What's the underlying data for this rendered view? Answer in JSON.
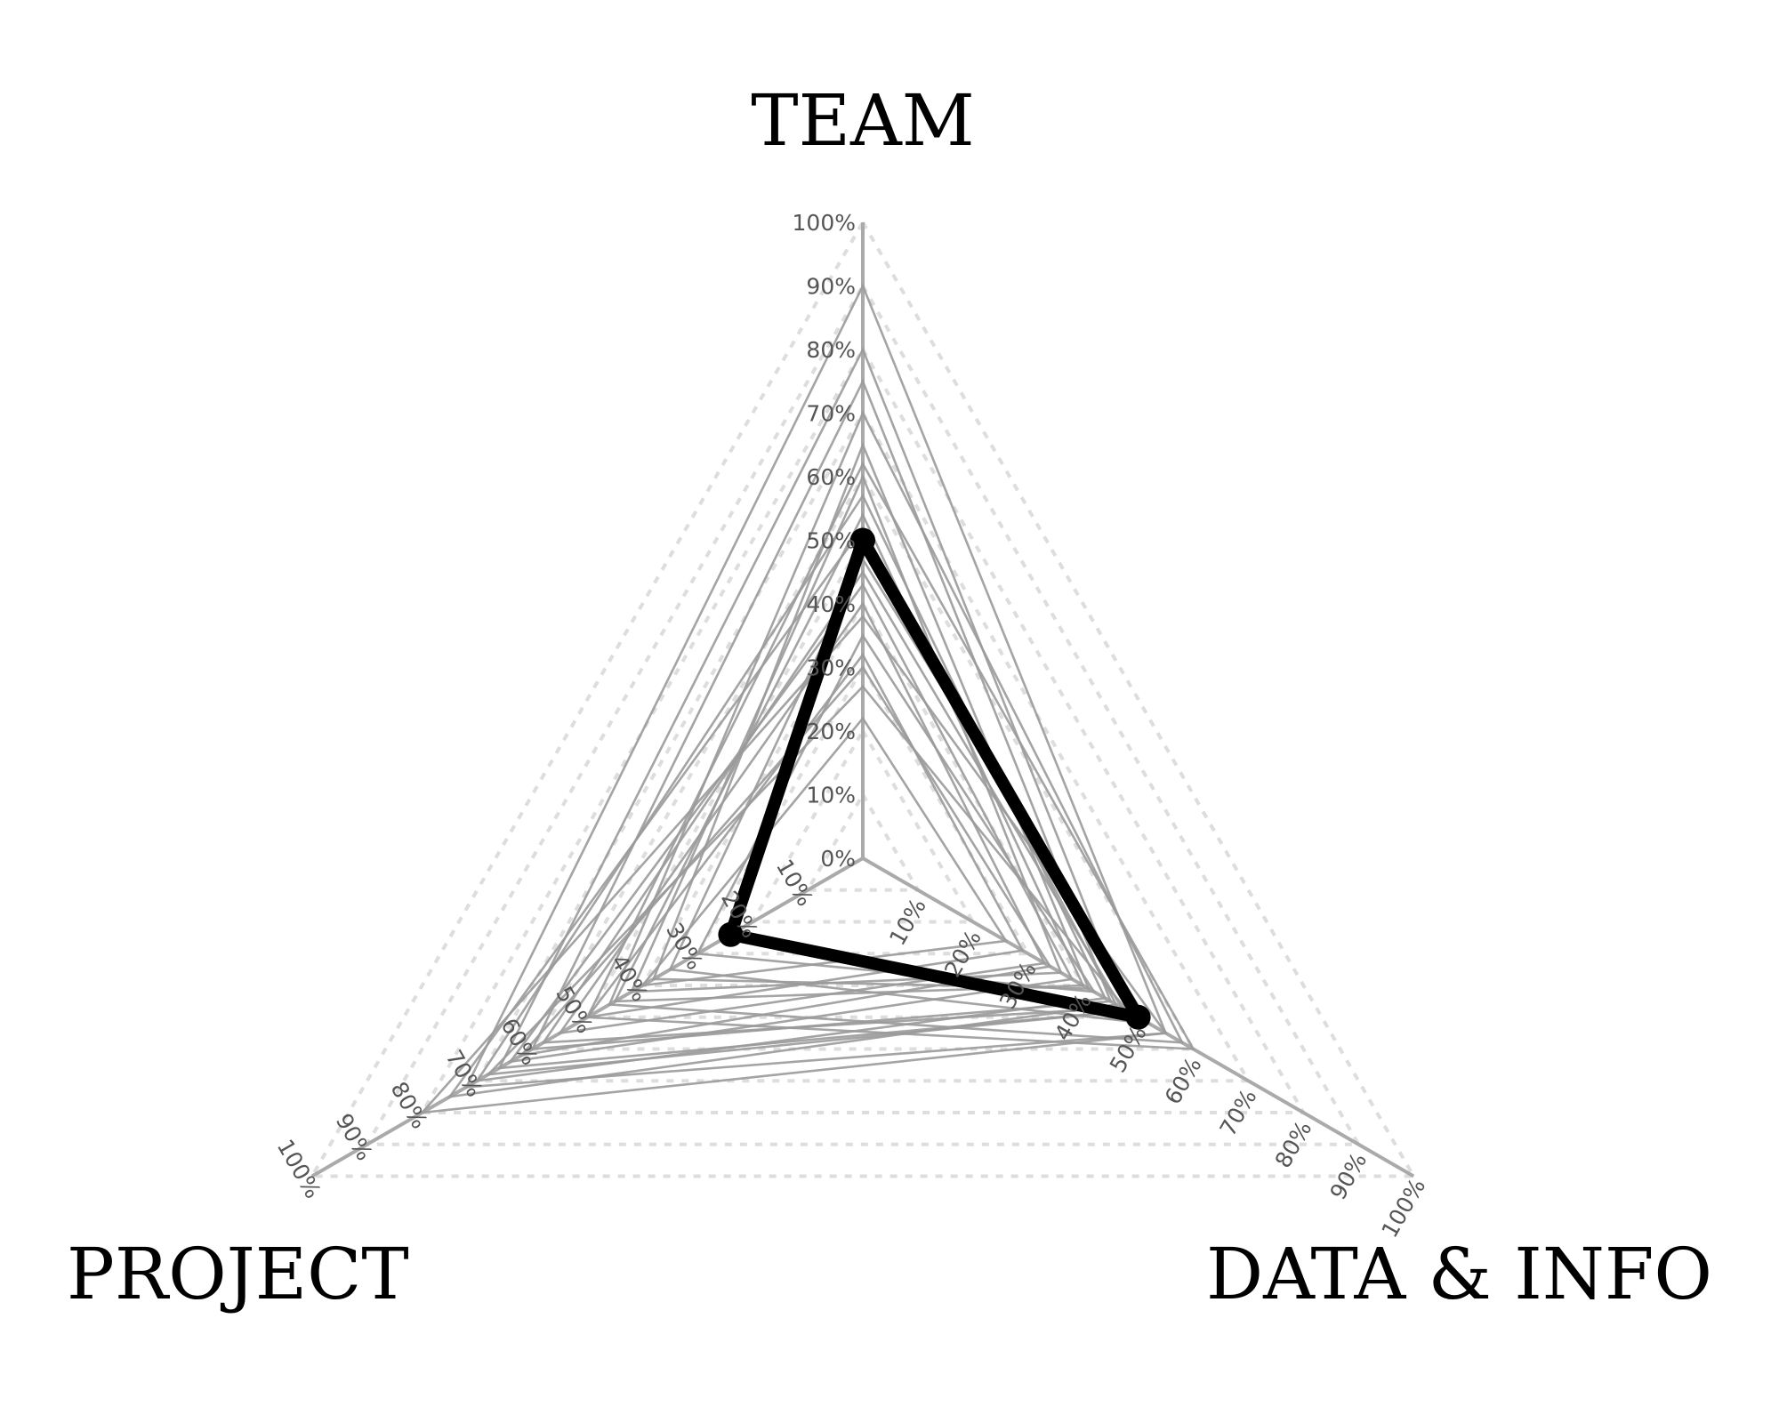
{
  "chart_data": {
    "type": "radar",
    "axes": [
      "TEAM",
      "DATA & INFO",
      "PROJECT"
    ],
    "ticks": [
      "0%",
      "10%",
      "20%",
      "30%",
      "40%",
      "50%",
      "60%",
      "70%",
      "80%",
      "90%",
      "100%"
    ],
    "range": [
      0,
      100
    ],
    "grid": true,
    "highlight": {
      "values": [
        50,
        50,
        24
      ]
    },
    "background_series": [
      [
        90,
        55,
        72
      ],
      [
        80,
        48,
        66
      ],
      [
        75,
        45,
        60
      ],
      [
        62,
        60,
        50
      ],
      [
        57,
        44,
        70
      ],
      [
        54,
        40,
        45
      ],
      [
        47,
        52,
        35
      ],
      [
        43,
        38,
        64
      ],
      [
        40,
        33,
        55
      ],
      [
        35,
        42,
        30
      ],
      [
        32,
        29,
        50
      ],
      [
        27,
        48,
        68
      ],
      [
        22,
        26,
        40
      ],
      [
        60,
        36,
        42
      ],
      [
        70,
        58,
        46
      ],
      [
        38,
        55,
        80
      ],
      [
        45,
        47,
        58
      ],
      [
        30,
        34,
        62
      ],
      [
        65,
        41,
        38
      ],
      [
        52,
        46,
        75
      ]
    ],
    "colors": {
      "highlight": "#000000",
      "background": "#9a9a9a",
      "grid": "#dddddd",
      "axis": "#aaaaaa"
    }
  }
}
